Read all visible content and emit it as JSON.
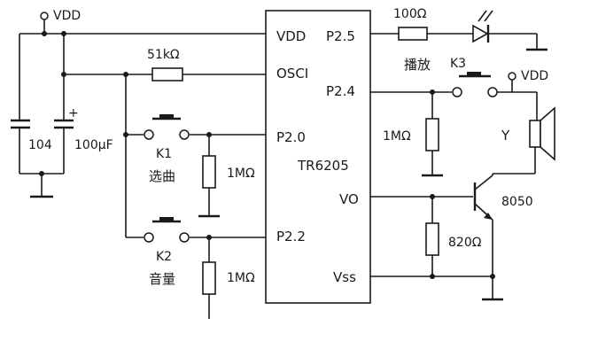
{
  "chip": {
    "name": "TR6205",
    "pins": {
      "vdd": "VDD",
      "osci": "OSCI",
      "p20": "P2.0",
      "p22": "P2.2",
      "p25": "P2.5",
      "p24": "P2.4",
      "vo": "VO",
      "vss": "Vss"
    }
  },
  "supply": {
    "vdd_left": "VDD",
    "vdd_right": "VDD"
  },
  "components": {
    "cap_ceramic": "104",
    "cap_electrolytic": "100μF",
    "cap_plus": "+",
    "r_osc": "51kΩ",
    "r_led": "100Ω",
    "r_k1": "1MΩ",
    "r_k2": "1MΩ",
    "r_k3": "1MΩ",
    "r_emitter": "820Ω",
    "transistor": "8050",
    "speaker": "Y"
  },
  "switches": {
    "k1": {
      "id": "K1",
      "label": "选曲"
    },
    "k2": {
      "id": "K2",
      "label": "音量"
    },
    "k3": {
      "id": "K3",
      "label": "播放"
    }
  }
}
